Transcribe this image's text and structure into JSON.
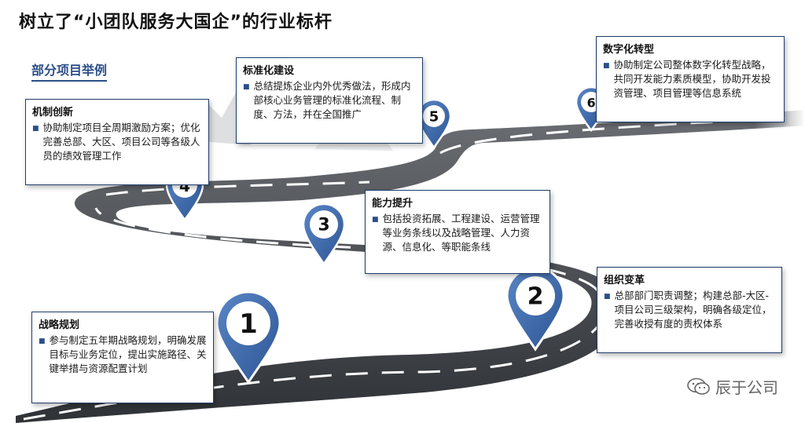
{
  "title": "树立了“小团队服务大国企”的行业标杆",
  "subtitle": "部分项目举例",
  "colors": {
    "accent": "#2c4f8a",
    "road": "#3a3d42",
    "pin": "#3d68a8"
  },
  "milestones": [
    {
      "number": "1",
      "title": "战略规划",
      "text": "参与制定五年期战略规划，明确发展目标与业务定位，提出实施路径、关键举措与资源配置计划"
    },
    {
      "number": "2",
      "title": "组织变革",
      "text": "总部部门职责调整；构建总部-大区-项目公司三级架构，明确各级定位，完善收授有度的责权体系"
    },
    {
      "number": "3",
      "title": "能力提升",
      "text": "包括投资拓展、工程建设、运营管理等业务条线以及战略管理、人力资源、信息化、等职能条线"
    },
    {
      "number": "4",
      "title": "机制创新",
      "text": "协助制定项目全周期激励方案；优化完善总部、大区、项目公司等各级人员的绩效管理工作"
    },
    {
      "number": "5",
      "title": "标准化建设",
      "text": "总结提炼企业内外优秀做法，形成内部核心业务管理的标准化流程、制度、方法，并在全国推广"
    },
    {
      "number": "6",
      "title": "数字化转型",
      "text": "协助制定公司整体数字化转型战略，共同开发能力素质模型，协助开发投资管理、项目管理等信息系统"
    }
  ],
  "watermark": {
    "text": "辰于公司",
    "icon": "wechat-icon"
  }
}
